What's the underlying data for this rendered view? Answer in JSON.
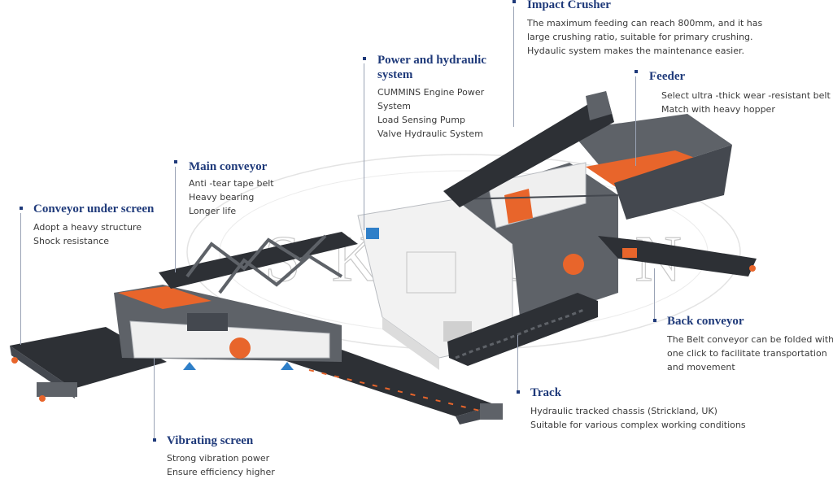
{
  "watermark": "SKYTON",
  "callouts": {
    "impact_crusher": {
      "title": "Impact Crusher",
      "lines": [
        "The maximum feeding can reach 800mm, and it has",
        "large crushing ratio, suitable for primary crushing.",
        "Hydaulic system makes the maintenance easier."
      ]
    },
    "power_hydraulic": {
      "title": "Power and hydraulic\nsystem",
      "lines": [
        "CUMMINS Engine Power",
        "System",
        "Load Sensing Pump",
        "Valve Hydraulic System"
      ]
    },
    "feeder": {
      "title": "Feeder",
      "lines": [
        "Select ultra -thick wear -resistant belt",
        "Match with heavy hopper"
      ]
    },
    "main_conveyor": {
      "title": "Main conveyor",
      "lines": [
        "Anti -tear tape belt",
        "Heavy bearing",
        "Longer life"
      ]
    },
    "conveyor_under_screen": {
      "title": "Conveyor under screen",
      "lines": [
        "Adopt a heavy structure",
        "Shock resistance"
      ]
    },
    "back_conveyor": {
      "title": "Back conveyor",
      "lines": [
        "The Belt conveyor can be folded with",
        "one click to facilitate transportation",
        "and movement"
      ]
    },
    "track": {
      "title": "Track",
      "lines": [
        "Hydraulic tracked chassis (Strickland, UK)",
        "Suitable for various complex working conditions"
      ]
    },
    "vibrating_screen": {
      "title": "Vibrating screen",
      "lines": [
        "Strong vibration power",
        "Ensure efficiency higher"
      ]
    }
  },
  "colors": {
    "title": "#1f3a7a",
    "body_text": "#3a3a3a",
    "machine_gray": "#5e6268",
    "machine_dark": "#2d3035",
    "accent_orange": "#e8652b",
    "engine_white": "#f2f2f2",
    "leader_line": "#9aa3b5"
  },
  "icons": {
    "bullet": "square-bullet"
  }
}
